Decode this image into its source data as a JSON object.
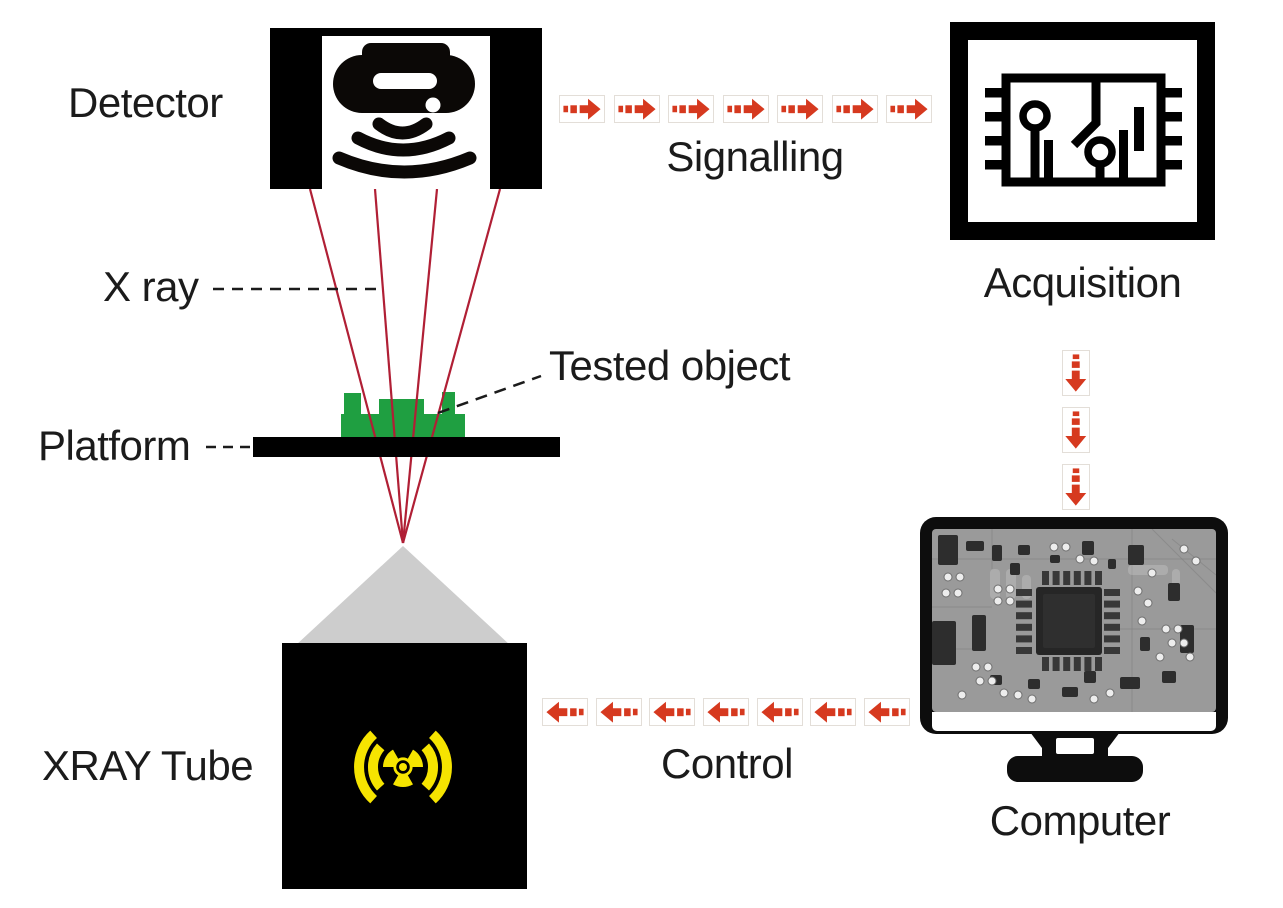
{
  "nodes": {
    "detector": {
      "label": "Detector",
      "icon": "proximity-sensor-icon"
    },
    "acquisition": {
      "label": "Acquisition",
      "icon": "circuit-board-icon"
    },
    "xray_tube": {
      "label": "XRAY Tube",
      "icon": "radiation-signal-icon"
    },
    "computer": {
      "label": "Computer",
      "icon": "monitor-pcb-xray-icon"
    },
    "platform": {
      "label": "Platform"
    },
    "tested_object": {
      "label": "Tested object"
    },
    "x_ray": {
      "label": "X ray",
      "ray_count": 4
    }
  },
  "flows": {
    "signalling": {
      "label": "Signalling",
      "direction": "right",
      "arrow_count": 7
    },
    "acquisition_to_computer": {
      "label": "",
      "direction": "down",
      "arrow_count": 3
    },
    "control": {
      "label": "Control",
      "direction": "left",
      "arrow_count": 7
    }
  },
  "colors": {
    "arrow_red": "#d6391f",
    "ray_red": "#b01f35",
    "object_green": "#1f9f41",
    "beam_gray": "#cdcdcd",
    "radiation_yellow": "#f6e400",
    "node_black": "#000000"
  }
}
